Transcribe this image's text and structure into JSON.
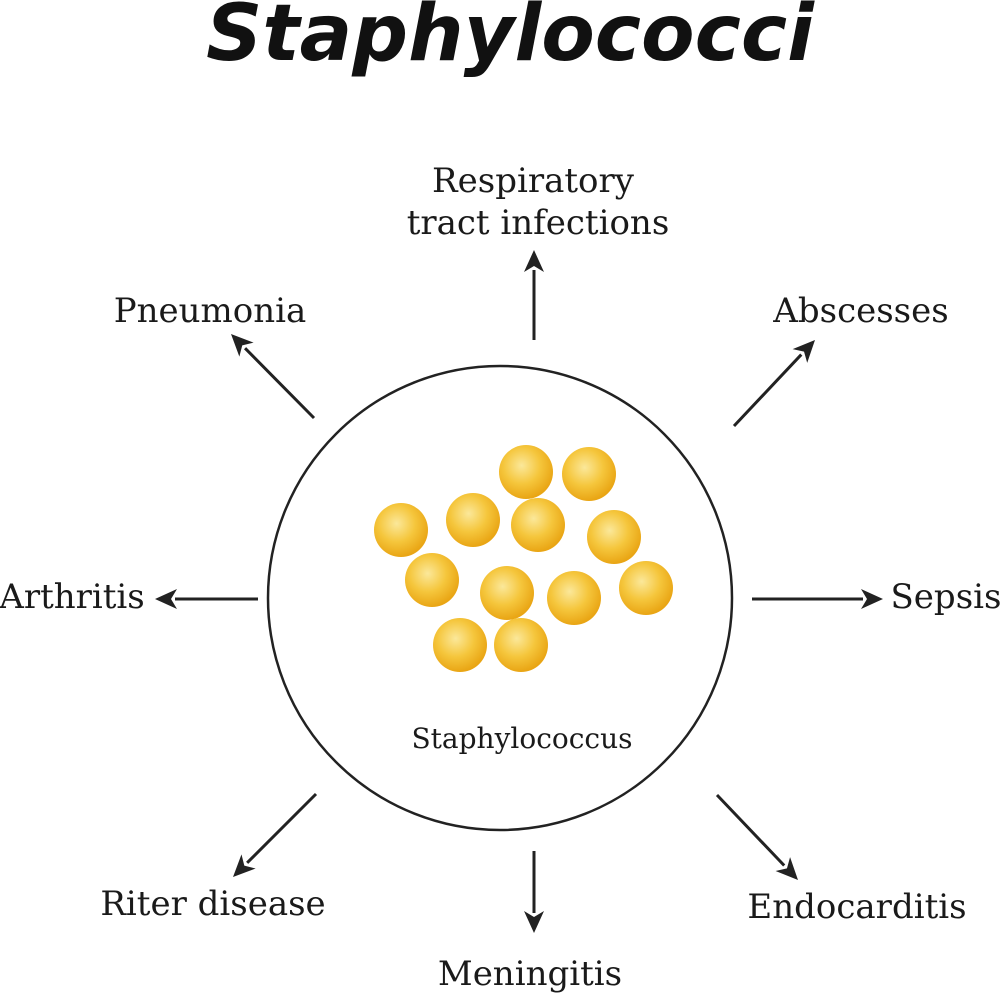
{
  "title": "Staphylococci",
  "center_label": "Staphylococcus",
  "colors": {
    "coccus_light": "#fbe89a",
    "coccus_mid": "#f5c63c",
    "coccus_dark": "#e9a514",
    "outline": "#222222",
    "text": "#1a1a1a"
  },
  "conditions": {
    "respiratory": [
      "Respiratory",
      "tract infections"
    ],
    "pneumonia": "Pneumonia",
    "abscesses": "Abscesses",
    "arthritis": "Arthritis",
    "sepsis": "Sepsis",
    "riter": "Riter disease",
    "meningitis": "Meningitis",
    "endocarditis": "Endocarditis"
  }
}
